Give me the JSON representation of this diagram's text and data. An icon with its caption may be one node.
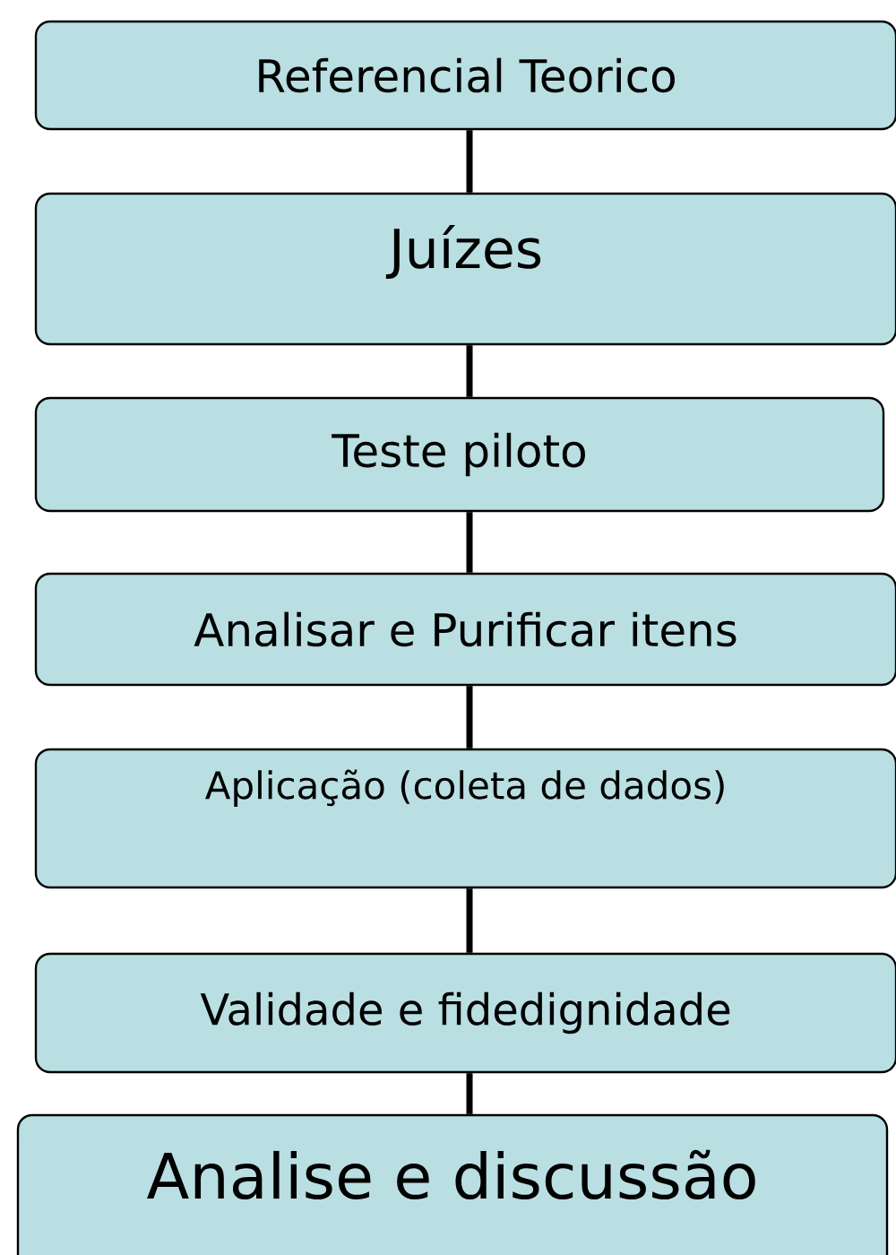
{
  "diagram": {
    "nodes": [
      {
        "text": [
          "Referencial Teorico"
        ]
      },
      {
        "text": [
          "Juízes"
        ]
      },
      {
        "text": [
          "Teste piloto"
        ]
      },
      {
        "text": [
          "Analisar e Purificar itens"
        ]
      },
      {
        "text": [
          "Aplicação (coleta de dados)"
        ]
      },
      {
        "text": [
          "Validade e fidedignidade"
        ]
      },
      {
        "text": [
          "Analise e discussão"
        ]
      }
    ],
    "edges": [
      {
        "from": 0,
        "to": 1,
        "arrow": "none"
      },
      {
        "from": 1,
        "to": 2,
        "arrow": "none"
      },
      {
        "from": 2,
        "to": 3,
        "arrow": "none"
      },
      {
        "from": 3,
        "to": 4,
        "arrow": "none"
      },
      {
        "from": 4,
        "to": 5,
        "arrow": "none"
      },
      {
        "from": 5,
        "to": 6,
        "arrow": "none"
      }
    ]
  }
}
